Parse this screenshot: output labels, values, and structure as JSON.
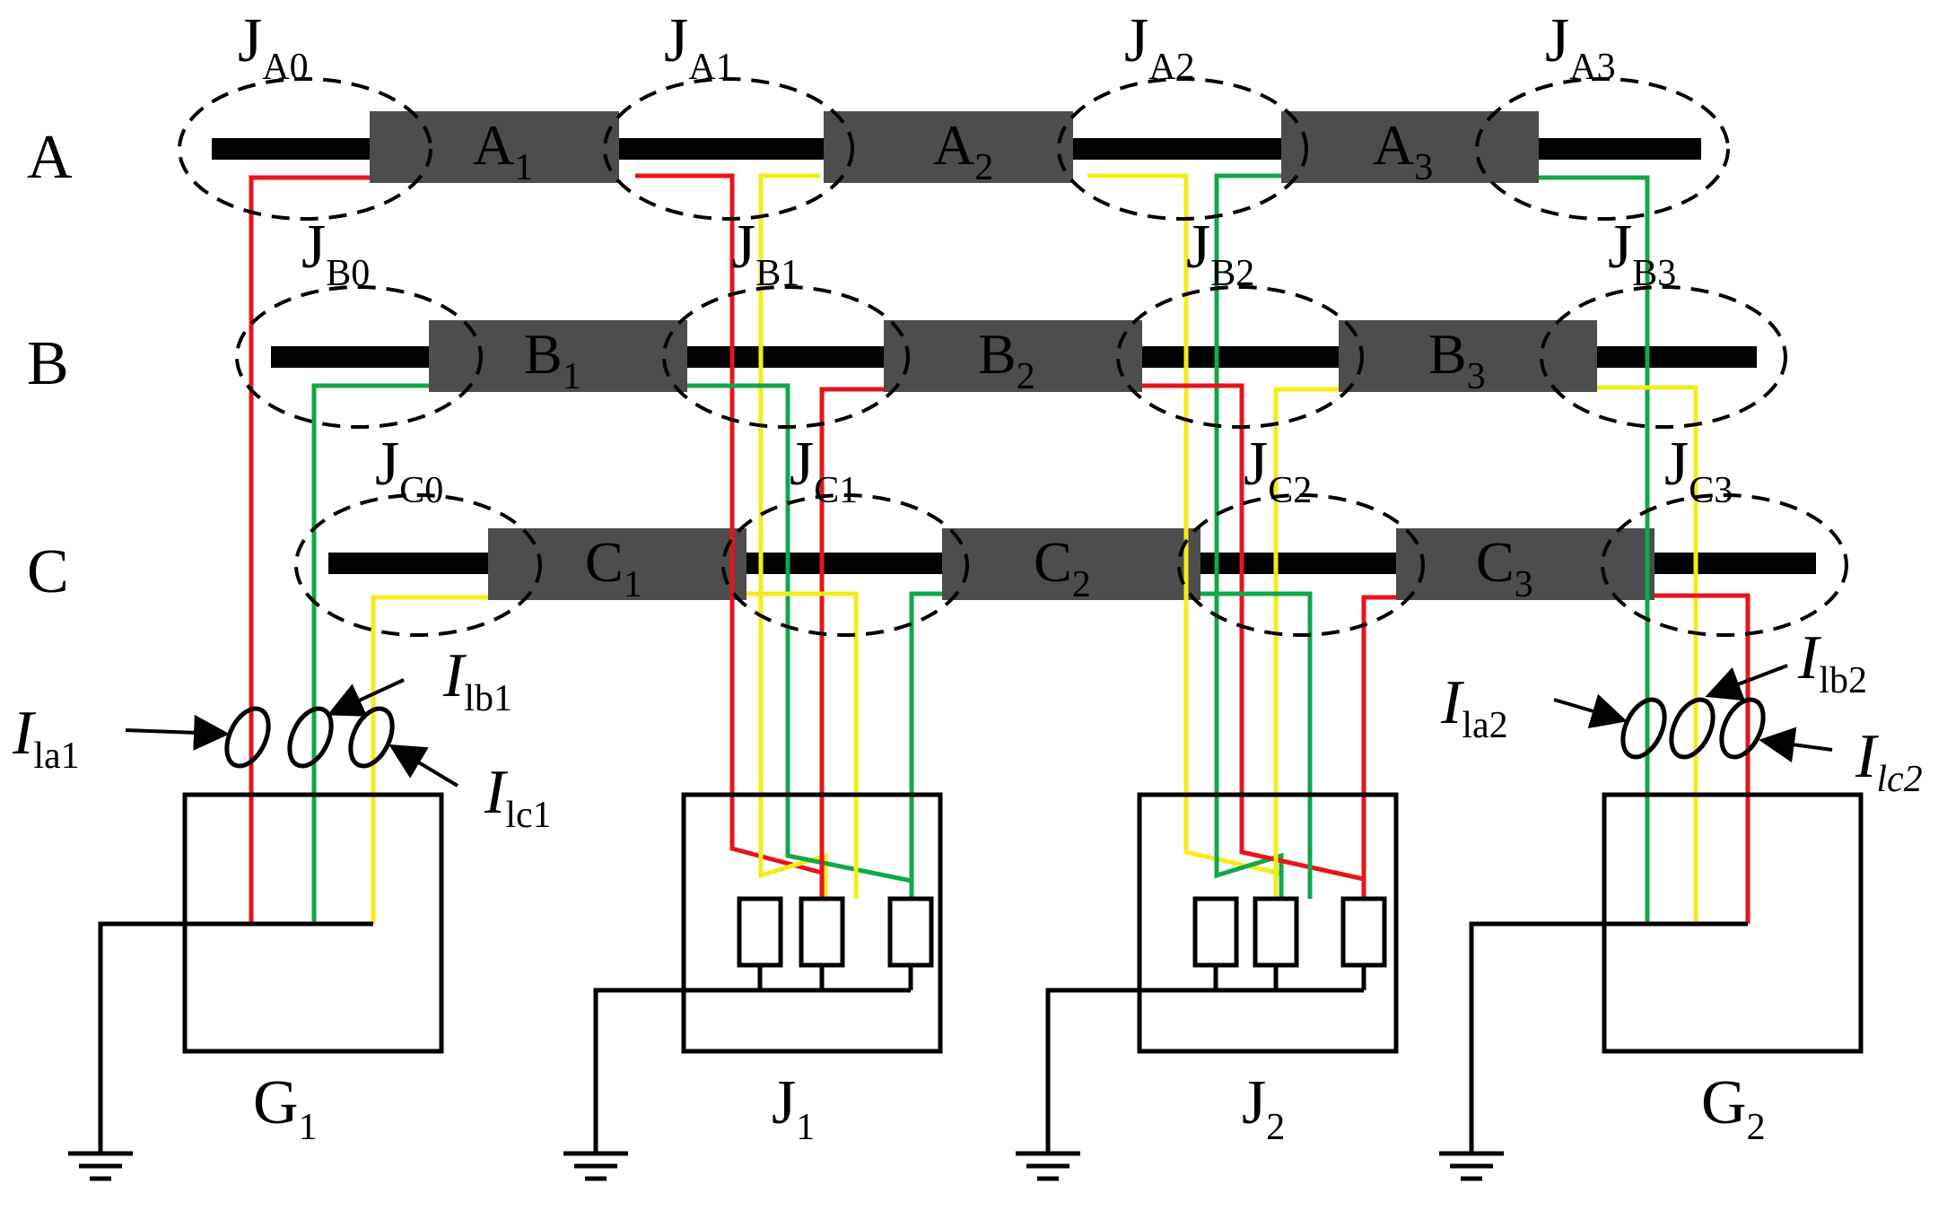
{
  "phases": [
    {
      "label": "A",
      "joints": [
        {
          "main": "J",
          "sub": "A0"
        },
        {
          "main": "J",
          "sub": "A1"
        },
        {
          "main": "J",
          "sub": "A2"
        },
        {
          "main": "J",
          "sub": "A3"
        }
      ],
      "sections": [
        {
          "main": "A",
          "sub": "1"
        },
        {
          "main": "A",
          "sub": "2"
        },
        {
          "main": "A",
          "sub": "3"
        }
      ]
    },
    {
      "label": "B",
      "joints": [
        {
          "main": "J",
          "sub": "B0"
        },
        {
          "main": "J",
          "sub": "B1"
        },
        {
          "main": "J",
          "sub": "B2"
        },
        {
          "main": "J",
          "sub": "B3"
        }
      ],
      "sections": [
        {
          "main": "B",
          "sub": "1"
        },
        {
          "main": "B",
          "sub": "2"
        },
        {
          "main": "B",
          "sub": "3"
        }
      ]
    },
    {
      "label": "C",
      "joints": [
        {
          "main": "J",
          "sub": "C0"
        },
        {
          "main": "J",
          "sub": "C1"
        },
        {
          "main": "J",
          "sub": "C2"
        },
        {
          "main": "J",
          "sub": "C3"
        }
      ],
      "sections": [
        {
          "main": "C",
          "sub": "1"
        },
        {
          "main": "C",
          "sub": "2"
        },
        {
          "main": "C",
          "sub": "3"
        }
      ]
    }
  ],
  "currents": {
    "la1": {
      "main": "I",
      "sub": "la1"
    },
    "lb1": {
      "main": "I",
      "sub": "lb1"
    },
    "lc1": {
      "main": "I",
      "sub": "lc1"
    },
    "la2": {
      "main": "I",
      "sub": "la2"
    },
    "lb2": {
      "main": "I",
      "sub": "lb2"
    },
    "lc2": {
      "main": "I",
      "sub": "lc2"
    }
  },
  "boxes": {
    "g1": {
      "main": "G",
      "sub": "1"
    },
    "j1": {
      "main": "J",
      "sub": "1"
    },
    "j2": {
      "main": "J",
      "sub": "2"
    },
    "g2": {
      "main": "G",
      "sub": "2"
    }
  },
  "colors": {
    "phase_a_wire": "#e8141b",
    "phase_b_wire": "#10a84a",
    "phase_c_wire": "#f4ec1a",
    "cable_section": "#4d4d4d",
    "conductor": "#000000"
  }
}
